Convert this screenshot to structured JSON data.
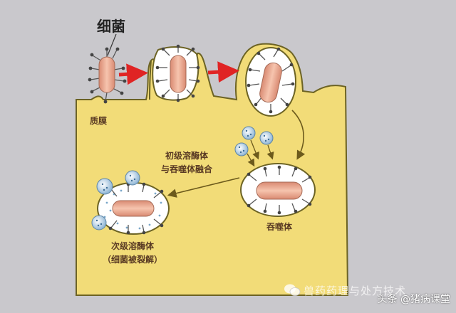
{
  "labels": {
    "bacterium": "细菌",
    "membrane": "质膜",
    "primary_lysosome": "初级溶酶体",
    "fusion": "与吞噬体融合",
    "phagosome": "吞噬体",
    "secondary_lysosome": "次级溶酶体",
    "lysis": "（细菌被裂解）"
  },
  "watermark": "兽药药理与处方技术",
  "credit": "头条 @猪病课堂",
  "colors": {
    "background": "#c9c8cc",
    "cytoplasm": "#f2dc78",
    "cell_outline": "#6c6324",
    "bacterium_fill": "#eba990",
    "arrow_red": "#e02424",
    "lysosome_blue": "#7aa7c9"
  }
}
